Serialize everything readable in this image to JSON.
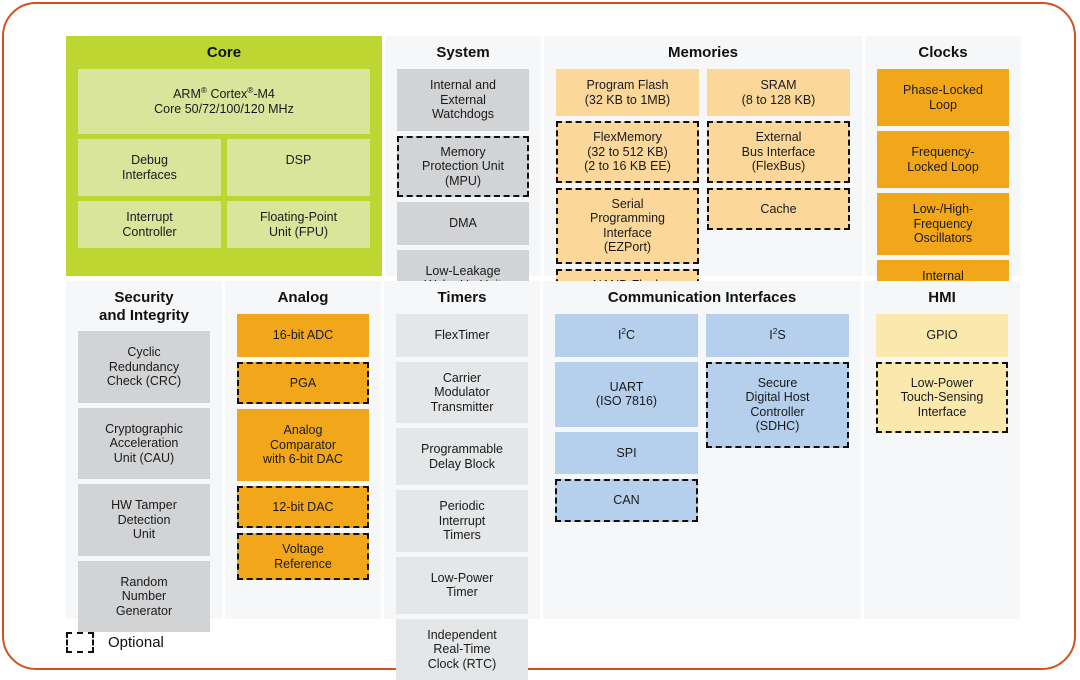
{
  "legend": {
    "optional_label": "Optional",
    "swatch_name": "dashed-optional-swatch"
  },
  "colors": {
    "frame_border": "#d4501e",
    "panel_bg": "#f6f7f8",
    "core_panel": "#bdd631",
    "core_block": "#d8e59b",
    "gray_block": "#d2d3d5",
    "gray_light_block": "#e4e6e8",
    "tan_block": "#fbd79a",
    "orange_block": "#f2a71b",
    "blue_block": "#b5cfec",
    "yellow_block": "#fae8ad",
    "dashed_outline": "#111111"
  },
  "panels": {
    "core": {
      "title": "Core",
      "blocks": {
        "cpu_line1": "ARM",
        "cpu_line1_sup": "®",
        "cpu_line1b": " Cortex",
        "cpu_line1_sup2": "®",
        "cpu_line1c": "-M4",
        "cpu_line2": "Core 50/72/100/120 MHz",
        "debug": "Debug\nInterfaces",
        "dsp": "DSP",
        "interrupt": "Interrupt\nController",
        "fpu": "Floating-Point\nUnit (FPU)"
      }
    },
    "system": {
      "title": "System",
      "blocks": [
        {
          "label": "Internal and\nExternal\nWatchdogs",
          "optional": false
        },
        {
          "label": "Memory\nProtection Unit\n(MPU)",
          "optional": true
        },
        {
          "label": "DMA",
          "optional": false
        },
        {
          "label": "Low-Leakage\nWake-Up Unit",
          "optional": false
        }
      ]
    },
    "memories": {
      "title": "Memories",
      "left_blocks": [
        {
          "label": "Program Flash\n(32 KB to 1MB)",
          "optional": false
        },
        {
          "label": "FlexMemory\n(32 to 512 KB)\n(2 to 16 KB EE)",
          "optional": true
        },
        {
          "label": "Serial\nProgramming\nInterface\n(EZPort)",
          "optional": true
        },
        {
          "label": "NAND Flash\nController",
          "optional": true
        }
      ],
      "right_blocks": [
        {
          "label": "SRAM\n(8 to 128 KB)",
          "optional": false
        },
        {
          "label": "External\nBus Interface\n(FlexBus)",
          "optional": true
        },
        {
          "label": "Cache",
          "optional": true
        }
      ]
    },
    "clocks": {
      "title": "Clocks",
      "blocks": [
        {
          "label": "Phase-Locked\nLoop",
          "optional": false
        },
        {
          "label": "Frequency-\nLocked Loop",
          "optional": false
        },
        {
          "label": "Low-/High-\nFrequency\nOscillators",
          "optional": false
        },
        {
          "label": "Internal\nReference\nClocks",
          "optional": false
        }
      ]
    },
    "security": {
      "title": "Security\nand Integrity",
      "blocks": [
        {
          "label": "Cyclic\nRedundancy\nCheck (CRC)",
          "optional": false
        },
        {
          "label": "Cryptographic\nAcceleration\nUnit (CAU)",
          "optional": true
        },
        {
          "label": "HW Tamper\nDetection\nUnit",
          "optional": true
        },
        {
          "label": "Random\nNumber\nGenerator",
          "optional": true
        }
      ]
    },
    "analog": {
      "title": "Analog",
      "blocks": [
        {
          "label": "16-bit ADC",
          "optional": false
        },
        {
          "label": "PGA",
          "optional": true
        },
        {
          "label": "Analog\nComparator\nwith 6-bit DAC",
          "optional": false
        },
        {
          "label": "12-bit DAC",
          "optional": true
        },
        {
          "label": "Voltage\nReference",
          "optional": true
        }
      ]
    },
    "timers": {
      "title": "Timers",
      "blocks": [
        {
          "label": "FlexTimer",
          "optional": false
        },
        {
          "label": "Carrier\nModulator\nTransmitter",
          "optional": false
        },
        {
          "label": "Programmable\nDelay Block",
          "optional": false
        },
        {
          "label": "Periodic\nInterrupt\nTimers",
          "optional": false
        },
        {
          "label": "Low-Power\nTimer",
          "optional": false
        },
        {
          "label": "Independent\nReal-Time\nClock (RTC)",
          "optional": false
        }
      ]
    },
    "communication": {
      "title": "Communication Interfaces",
      "left_blocks": [
        {
          "label": "I2C",
          "superscript": true,
          "optional": false
        },
        {
          "label": "UART\n(ISO 7816)",
          "optional": false
        },
        {
          "label": "SPI",
          "optional": false
        },
        {
          "label": "CAN",
          "optional": true
        }
      ],
      "right_blocks": [
        {
          "label": "I2S",
          "superscript": true,
          "optional": false
        },
        {
          "label": "Secure\nDigital Host\nController\n(SDHC)",
          "optional": true
        }
      ]
    },
    "hmi": {
      "title": "HMI",
      "blocks": [
        {
          "label": "GPIO",
          "optional": false
        },
        {
          "label": "Low-Power\nTouch-Sensing\nInterface",
          "optional": true
        }
      ]
    }
  }
}
